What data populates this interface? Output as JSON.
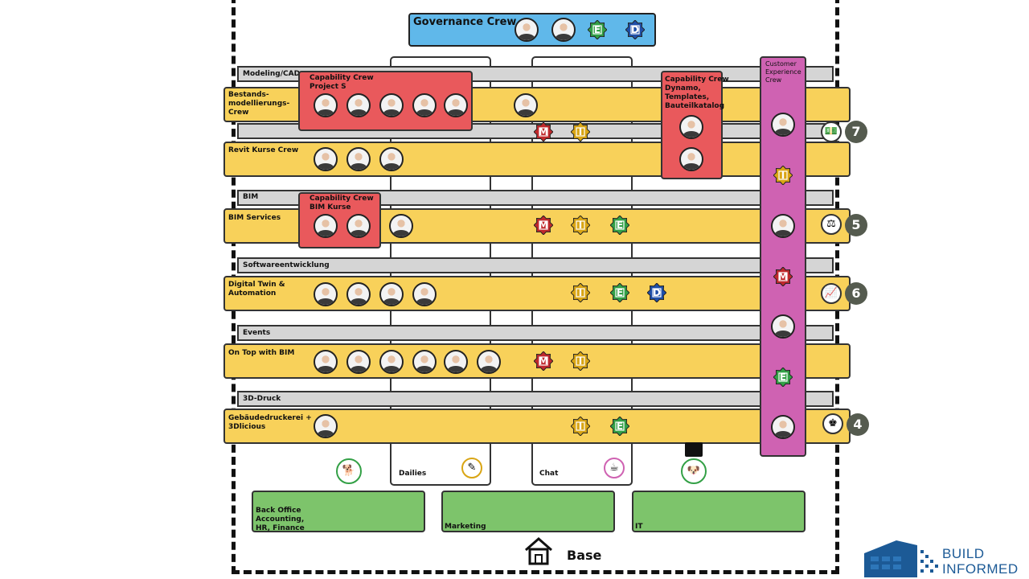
{
  "governance": {
    "title": "Governance Crew",
    "badges": [
      "E",
      "D"
    ]
  },
  "categories": [
    {
      "label": "Modeling/CAD",
      "top": 0
    },
    {
      "label": "BIM"
    },
    {
      "label": "Softwareentwicklung"
    },
    {
      "label": "Events"
    },
    {
      "label": "3D-Druck"
    }
  ],
  "crews": {
    "bestand": "Bestands-\nmodellierungs-\nCrew",
    "revit": "Revit Kurse Crew",
    "bim_services": "BIM Services",
    "digital_twin": "Digital Twin &\nAutomation",
    "on_top": "On Top with BIM",
    "druck": "Gebäudedruckerei +\n3Dlicious"
  },
  "capability": {
    "project_s": "Capability Crew\nProject S",
    "dynamo": "Capability Crew\nDynamo,\nTemplates,\nBauteilkatalog",
    "bim_kurse": "Capability Crew\nBIM Kurse"
  },
  "customer_experience": "Customer\nExperience\nCrew",
  "pillars": {
    "dailies": "Dailies",
    "chat": "Chat"
  },
  "support": {
    "back_office": "Back Office\nAccounting,\nHR, Finance",
    "marketing": "Marketing",
    "it": "IT"
  },
  "base": "Base",
  "numbers": [
    "7",
    "5",
    "6",
    "4"
  ],
  "logo": {
    "line1": "BUILD",
    "line2": "INFORMED"
  },
  "colors": {
    "M": "#c0282c",
    "I": "#d9a514",
    "E": "#33a046",
    "D": "#1f4fa8"
  }
}
